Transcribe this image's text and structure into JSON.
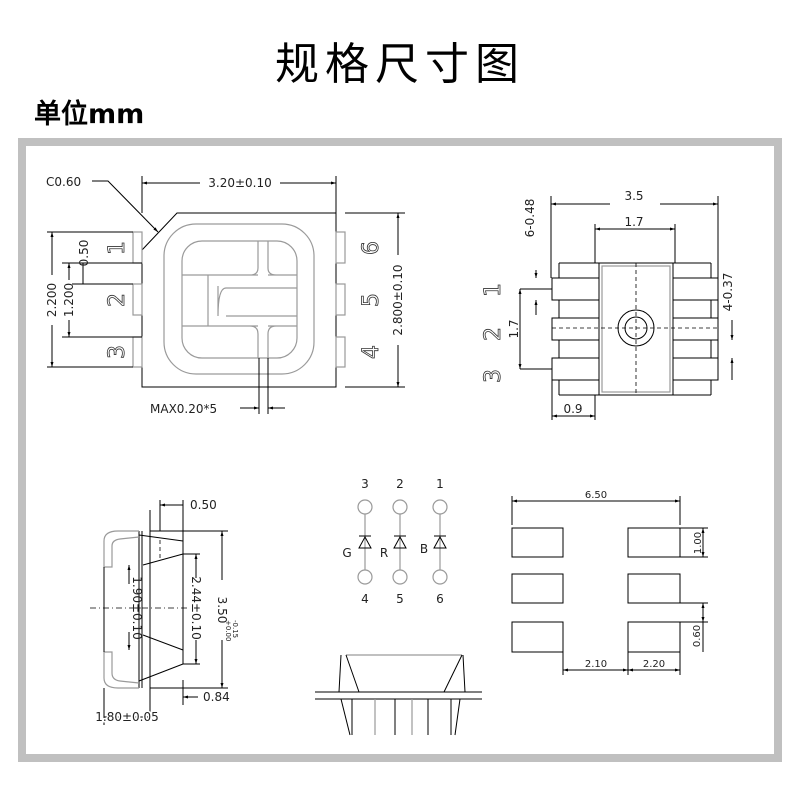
{
  "title": "规格尺寸图",
  "unit": "单位mm",
  "top_view": {
    "chamfer": "C0.60",
    "width": "3.20±0.10",
    "height": "2.800±0.10",
    "pitch_outer": "2.200",
    "pitch_inner": "1.200",
    "pad_width": "0.50",
    "max_gap": "MAX0.20*5",
    "pins_left": [
      "1",
      "2",
      "3"
    ],
    "pins_right": [
      "6",
      "5",
      "4"
    ]
  },
  "bottom_view": {
    "overall": "3.5",
    "center": "1.7",
    "lead_width": "6-0.48",
    "lead_width_2": "4-0.37",
    "pitch": "1.7",
    "lead_length": "0.9",
    "pins": [
      "1",
      "2",
      "3"
    ]
  },
  "side_view": {
    "top": "0.50",
    "inner": "1.90±0.10",
    "middle": "2.44±0.10",
    "length": "3.50",
    "tol_plus": "+0.00",
    "tol_minus": "-0.15",
    "lead": "0.84",
    "thickness": "1.80±0.05"
  },
  "circuit": {
    "top_pins": [
      "3",
      "2",
      "1"
    ],
    "bottom_pins": [
      "4",
      "5",
      "6"
    ],
    "colors": [
      "G",
      "R",
      "B"
    ]
  },
  "footprint": {
    "total": "6.50",
    "pad_height": "1.00",
    "gap": "0.60",
    "inner": "2.10",
    "pad_length": "2.20"
  }
}
